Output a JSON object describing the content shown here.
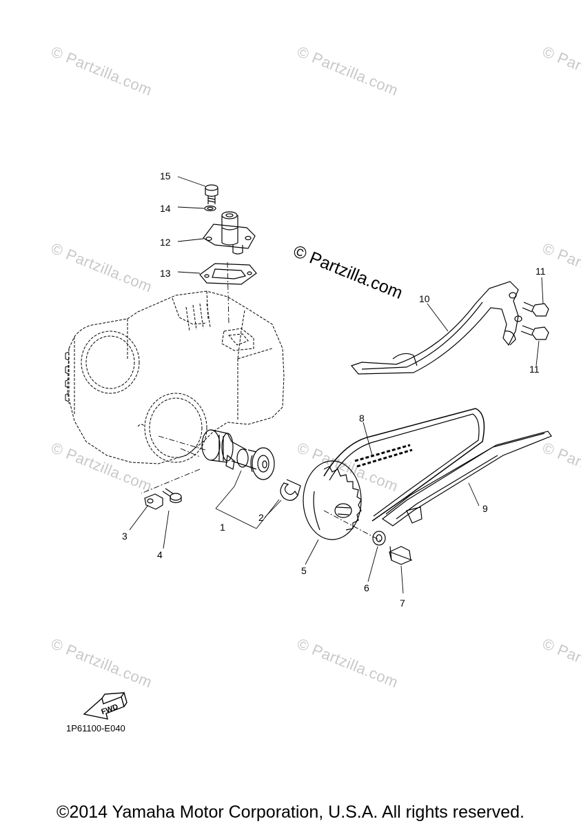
{
  "watermark": {
    "text": "© Partzilla.com",
    "color": "#c8c8c8"
  },
  "main_watermark": "© Partzilla.com",
  "callouts": [
    "1",
    "2",
    "3",
    "4",
    "5",
    "6",
    "7",
    "8",
    "9",
    "10",
    "11",
    "11",
    "12",
    "13",
    "14",
    "15"
  ],
  "parts": [
    "camshaft",
    "clip",
    "plate",
    "bolt",
    "cam-sprocket",
    "washer",
    "bolt",
    "timing-chain",
    "chain-guide",
    "chain-tensioner-guide",
    "bolt",
    "bolt",
    "tensioner",
    "gasket",
    "washer",
    "bolt"
  ],
  "fwd_arrow_label": "FWD",
  "diagram_code": "1P61100-E040",
  "footer": "©2014 Yamaha Motor Corporation, U.S.A. All rights reserved."
}
